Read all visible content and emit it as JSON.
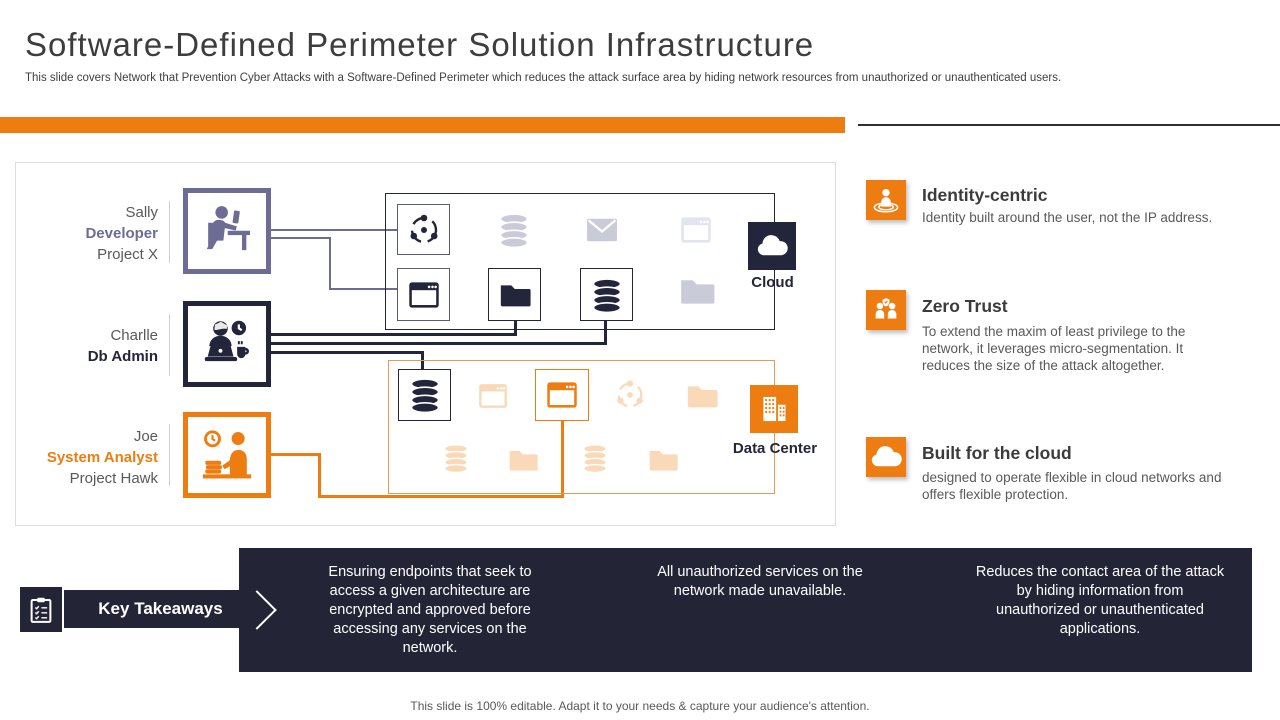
{
  "slide": {
    "title": "Software-Defined Perimeter Solution Infrastructure",
    "subtitle": "This slide covers Network that Prevention Cyber Attacks with a Software-Defined Perimeter which reduces the attack surface area by hiding network resources from unauthorized or unauthenticated users.",
    "footer": "This slide is 100% editable. Adapt it to your needs & capture your audience's attention."
  },
  "colors": {
    "accent_orange": "#EE7D11",
    "dark_navy": "#232537",
    "purple": "#6C6C94",
    "faded_gray": "#C9CBD9",
    "faded_orange": "#FAD9B9"
  },
  "diagram": {
    "people": [
      {
        "name": "Sally",
        "role": "Developer",
        "project": "Project X"
      },
      {
        "name": "Charlle",
        "role": "Db Admin",
        "project": ""
      },
      {
        "name": "Joe",
        "role": "System Analyst",
        "project": "Project Hawk"
      }
    ],
    "zones": [
      {
        "label": "Cloud"
      },
      {
        "label": "Data Center"
      }
    ]
  },
  "features": [
    {
      "title": "Identity-centric",
      "body": "Identity built around the user, not the IP address."
    },
    {
      "title": "Zero Trust",
      "body": "To extend the maxim of least privilege to the network, it leverages micro-segmentation. It reduces the size of the attack altogether."
    },
    {
      "title": "Built for the cloud",
      "body": "designed to operate flexible in cloud networks and offers flexible protection."
    }
  ],
  "takeaways": {
    "label": "Key Takeaways",
    "items": [
      "Ensuring endpoints that seek to access a given architecture are encrypted and approved before accessing any services on the network.",
      "All unauthorized services on the network made unavailable.",
      "Reduces the contact area of the attack by hiding information from unauthorized or unauthenticated applications."
    ]
  }
}
